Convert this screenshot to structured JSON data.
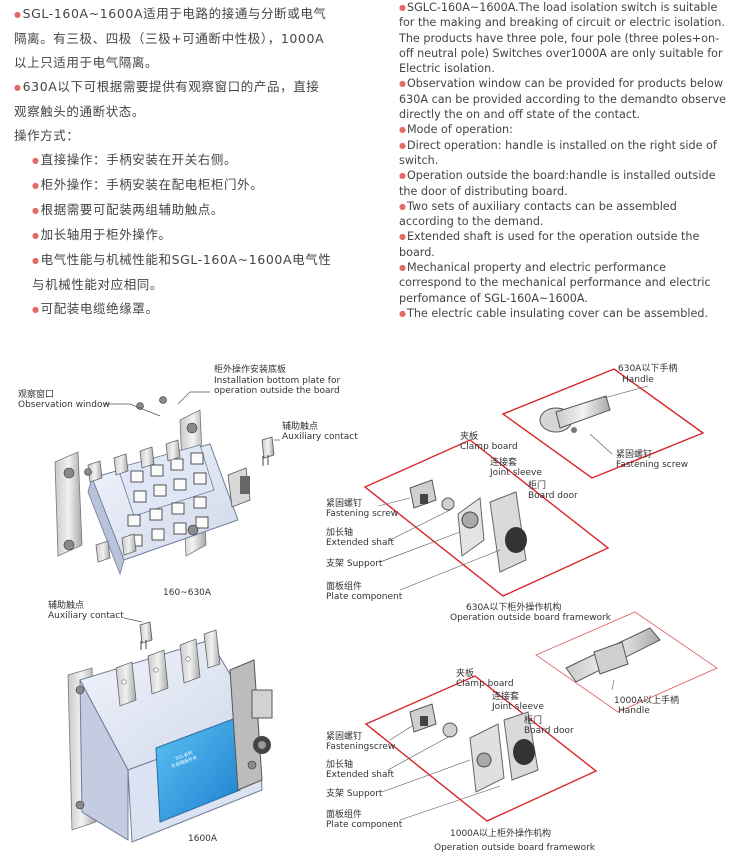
{
  "chinese_paragraphs": [
    {
      "bullet": true,
      "text": "SGL-160A~1600A适用于电路的接通与分断或电气隔离。有三极、四极（三极+可通断中性极），1000A以上只适用于电气隔离。"
    },
    {
      "bullet": true,
      "text": "630A以下可根据需要提供有观察窗口的产品，直接观察触头的通断状态。"
    },
    {
      "bullet": false,
      "text": "操作方式："
    },
    {
      "bullet": true,
      "text": "直接操作：手柄安装在开关右侧。"
    },
    {
      "bullet": true,
      "text": "柜外操作：手柄安装在配电柜柜门外。"
    },
    {
      "bullet": true,
      "text": "根据需要可配装两组辅助触点。"
    },
    {
      "bullet": true,
      "text": "加长轴用于柜外操作。"
    },
    {
      "bullet": true,
      "text": "电气性能与机械性能和SGL-160A~1600A电气性与机械性能对应相同。"
    },
    {
      "bullet": true,
      "text": "可配装电缆绝缘罩。"
    }
  ],
  "english_paragraphs": [
    {
      "bullet": true,
      "text": "SGLC-160A~1600A.The load isolation switch is suitable for the making and breaking of circuit or electric isolation. The products have three pole, four pole (three poles+on-off neutral pole) Switches over1000A are only suitable for Electric isolation."
    },
    {
      "bullet": true,
      "text": "Observation window can be provided for products below 630A can be provided according to the demandto observe directly the on and off state of the contact."
    },
    {
      "bullet": true,
      "text": "Mode of operation:"
    },
    {
      "bullet": true,
      "text": "Direct operation: handle is installed on the right side of switch."
    },
    {
      "bullet": true,
      "text": "Operation outside the board:handle is installed outside the door of distributing board."
    },
    {
      "bullet": true,
      "text": "Two sets of auxiliary contacts can be assembled according to the demand."
    },
    {
      "bullet": true,
      "text": "Extended shaft is used for the operation outside the board."
    },
    {
      "bullet": true,
      "text": "Mechanical property and electric performance correspond to the mechanical performance and electric perfomance of SGL-160A~1600A."
    },
    {
      "bullet": true,
      "text": "The electric cable insulating cover can be assembled."
    }
  ],
  "captions": {
    "install_plate_cn": "柜外操作安装底板",
    "install_plate_en1": "Installation bottom plate for",
    "install_plate_en2": "operation outside the board",
    "obs_window_cn": "观察窗口",
    "obs_window_en": "Observation window",
    "aux_top_cn": "辅助触点",
    "aux_top_en": "Auxiliary contact",
    "model_small": "160~630A",
    "aux_bottom_cn": "辅助触点",
    "aux_bottom_en": "Auxiliary contact",
    "model_large": "1600A",
    "face_plate_line1": "SGL系列",
    "face_plate_line2": "负荷隔离开关",
    "handle630_cn": "630A以下手柄",
    "handle630_en": "Handle",
    "clamp1_cn": "夹板",
    "clamp1_en": "Clamp board",
    "joint1_cn": "连接套",
    "joint1_en": "Joint sleeve",
    "fasten_r1_cn": "紧固螺钉",
    "fasten_r1_en": "Fastening  screw",
    "door1_cn": "柜门",
    "door1_en": "Board door",
    "fasten_l1_cn": "紧固螺钉",
    "fasten_l1_en": "Fastening  screw",
    "shaft1_cn": "加长轴",
    "shaft1_en": "Extended shaft",
    "support1": "支架 Support",
    "plate1_cn": "面板组件",
    "plate1_en": "Plate component",
    "frame630_cn": "630A以下柜外操作机构",
    "frame630_en": "Operation outside board framework",
    "handle1000_cn": "1000A以上手柄",
    "handle1000_en": "Handle",
    "clamp2_cn": "夹板",
    "clamp2_en": "Clamp board",
    "joint2_cn": "连接套",
    "joint2_en": "Joint sleeve",
    "door2_cn": "柜门",
    "door2_en": "Board door",
    "fasten_l2_cn": "紧固螺钉",
    "fasten_l2_en": "Fasteningscrew",
    "shaft2_cn": "加长轴",
    "shaft2_en": "Extended shaft",
    "support2": "支架 Support",
    "plate2_cn": "面板组件",
    "plate2_en": "Plate component",
    "frame1000_cn": "1000A以上柜外操作机构",
    "frame1000_en": "Operation outside board framework"
  },
  "colors": {
    "bullet": "#e46a6a",
    "frame": "#d9262b",
    "body_text": "#444444",
    "switch_body": "#e9eef8",
    "face_plate": "#2f9de6"
  }
}
